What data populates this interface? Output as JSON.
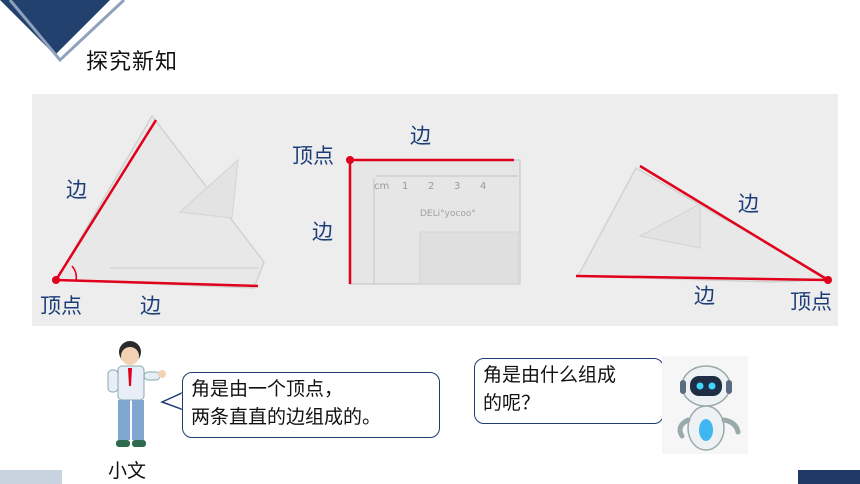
{
  "header": {
    "title": "探究新知"
  },
  "figure1": {
    "side_top": "边",
    "vertex": "顶点",
    "side_bottom": "边"
  },
  "figure2": {
    "vertex": "顶点",
    "side_top": "边",
    "side_left": "边",
    "ruler_brand": "DELi°yocoo°",
    "ruler_unit": "cm",
    "ruler_ticks": [
      "1",
      "2",
      "3",
      "4"
    ]
  },
  "figure3": {
    "side_top": "边",
    "side_bottom": "边",
    "vertex": "顶点"
  },
  "student": {
    "name": "小文",
    "speech_line1": "角是由一个顶点，",
    "speech_line2": "两条直直的边组成的。"
  },
  "robot": {
    "speech_line1": "角是由什么组成",
    "speech_line2": "的呢？"
  },
  "colors": {
    "accent": "#e0001b",
    "label": "#1c3d78",
    "brand": "#1f3a66",
    "panel": "#ededed"
  }
}
